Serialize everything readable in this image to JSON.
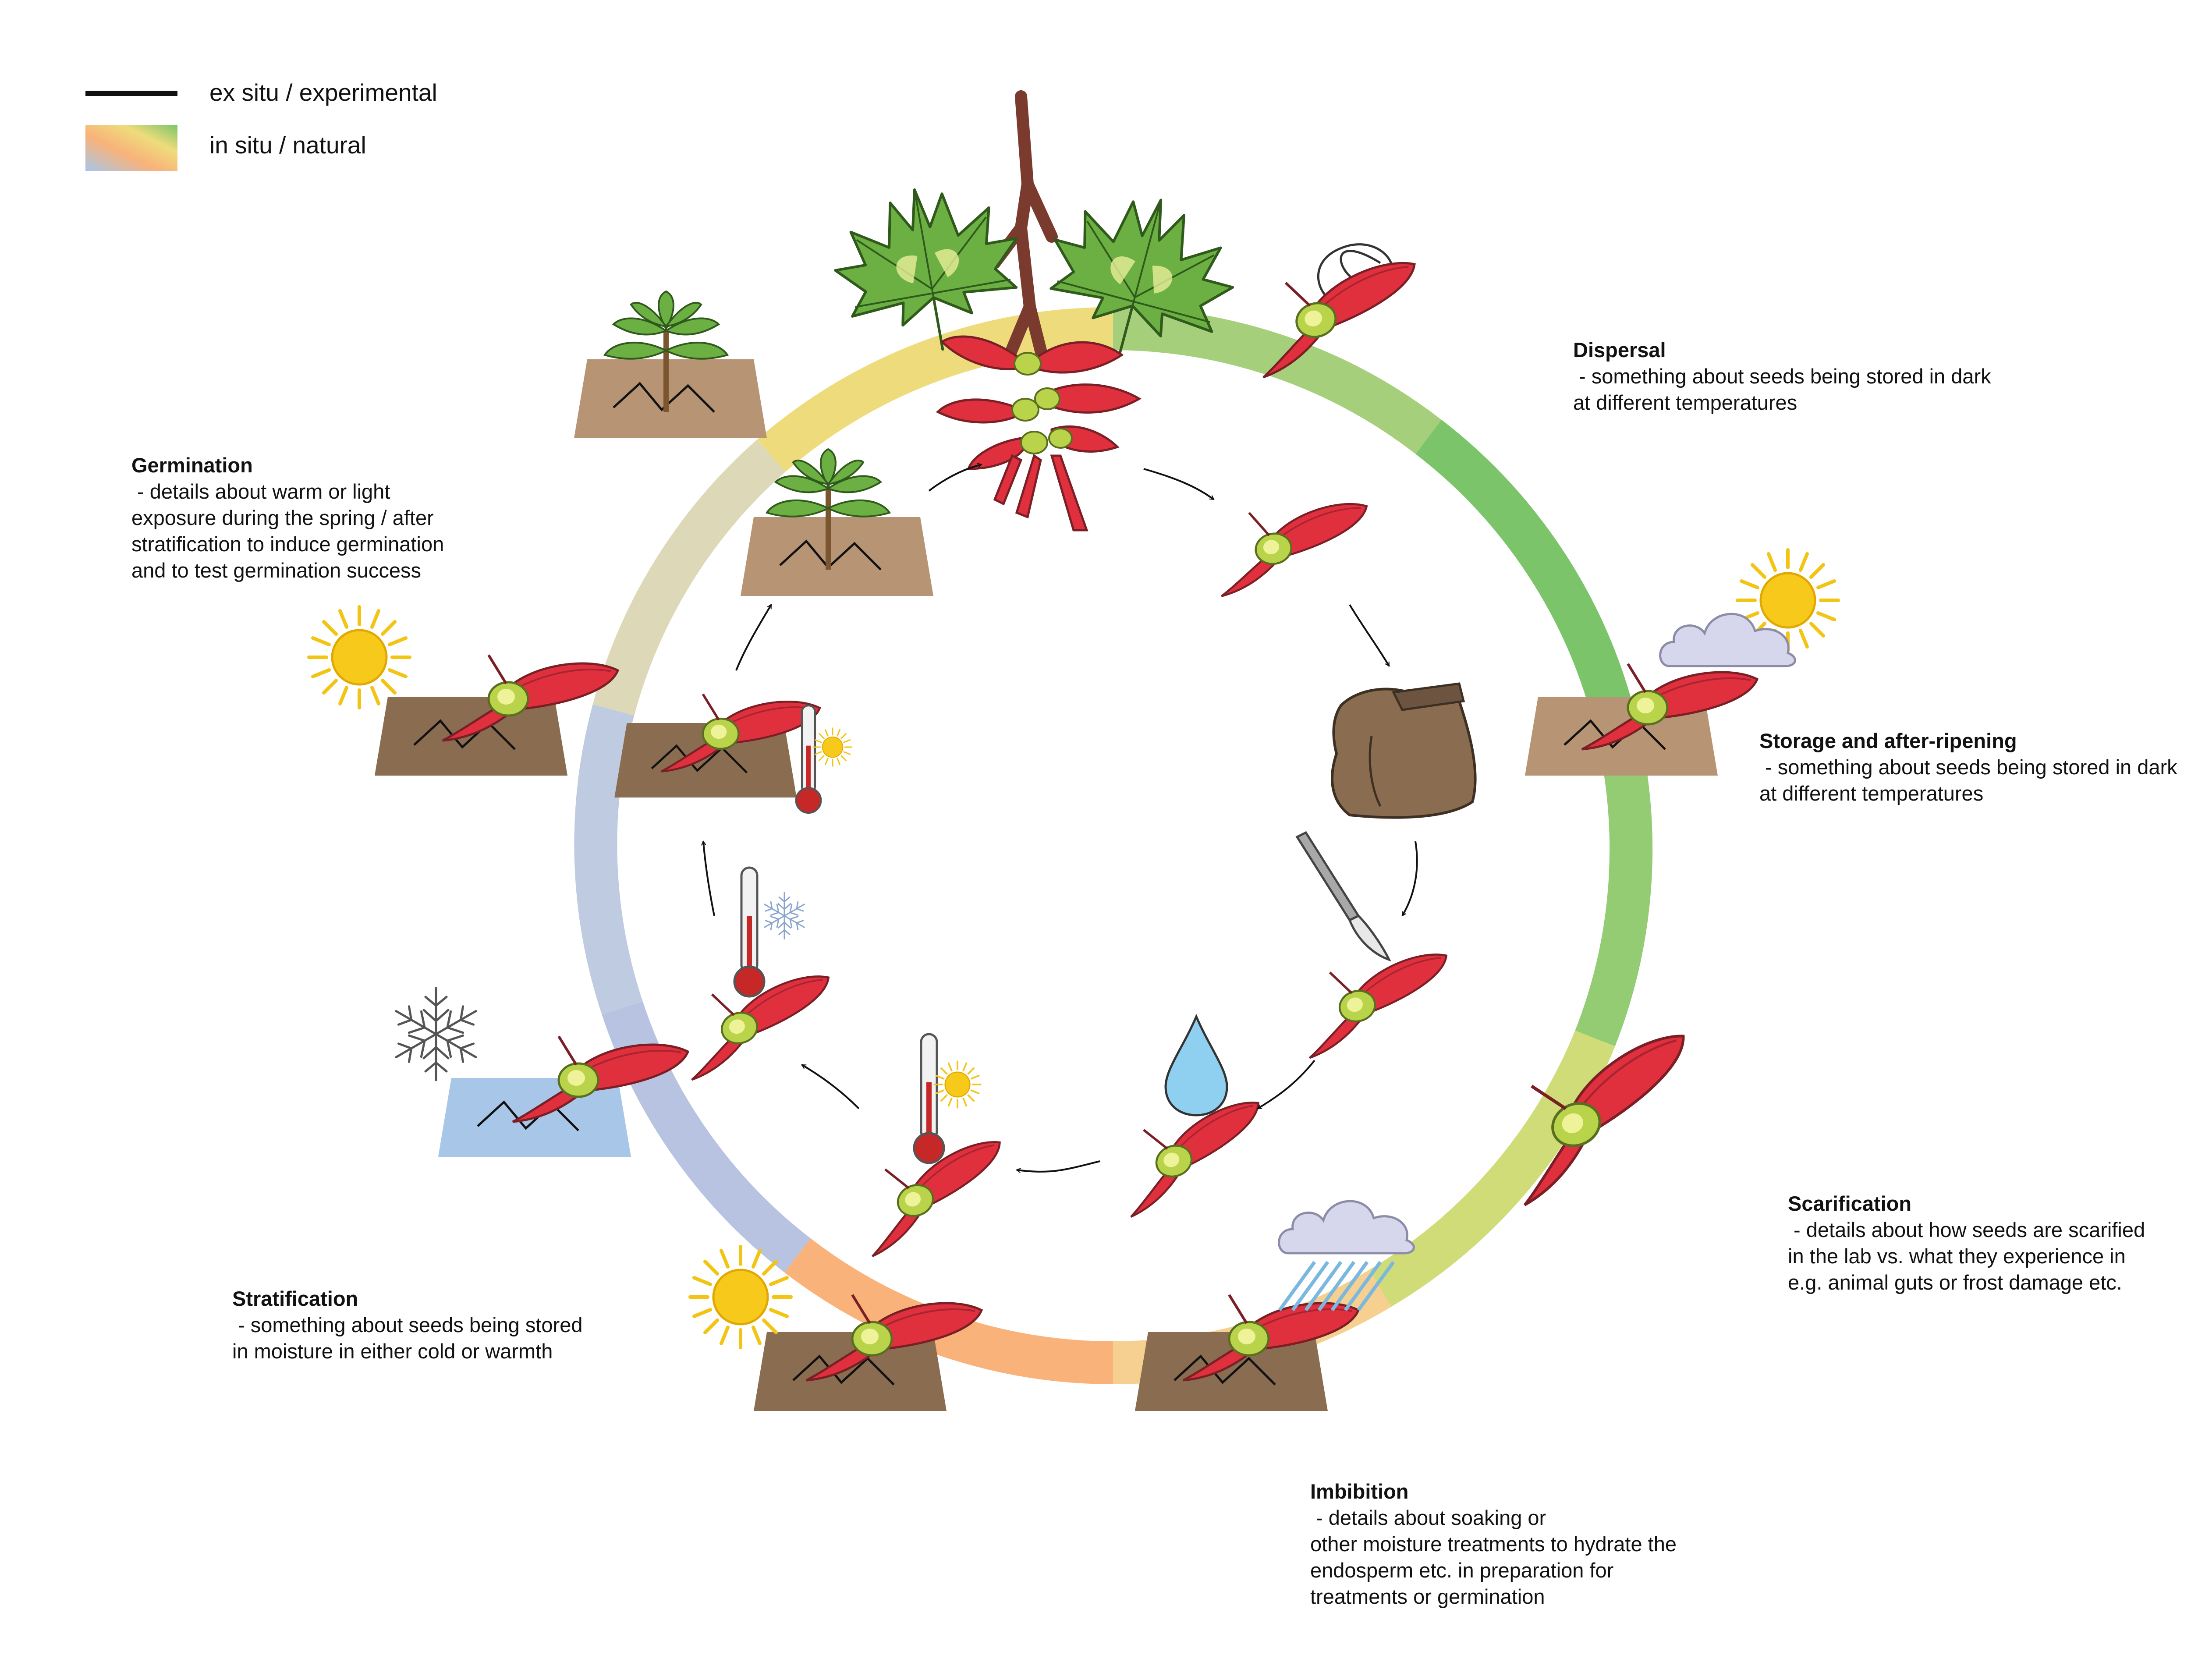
{
  "legend": {
    "experimental": "ex situ / experimental",
    "natural": "in situ / natural"
  },
  "stages": [
    {
      "id": "dispersal",
      "title": "Dispersal",
      "lines": [
        " - something about seeds being stored in dark",
        "at different temperatures"
      ]
    },
    {
      "id": "storage",
      "title": "Storage and after-ripening",
      "lines": [
        " - something about seeds being stored in dark",
        "at different temperatures"
      ]
    },
    {
      "id": "scarification",
      "title": "Scarification",
      "lines": [
        " - details about how seeds are scarified",
        "in the lab vs. what they experience in",
        "e.g. animal guts or frost damage etc."
      ]
    },
    {
      "id": "imbibition",
      "title": "Imbibition",
      "lines": [
        " - details about soaking or",
        "other moisture treatments to hydrate the",
        "endosperm etc. in preparation for",
        "treatments or germination"
      ]
    },
    {
      "id": "stratification",
      "title": "Stratification",
      "lines": [
        " - something about seeds being stored",
        "in moisture in either cold or warmth"
      ]
    },
    {
      "id": "germination",
      "title": "Germination",
      "lines": [
        " - details about warm or light",
        "exposure during the spring / after",
        "stratification to induce germination",
        "and to test germination success"
      ]
    }
  ],
  "icons": [
    "maple-branch-icon",
    "samara-icon",
    "soil-block-icon",
    "sun-icon",
    "cloud-icon",
    "rain-icon",
    "snowflake-icon",
    "thermometer-icon",
    "water-drop-icon",
    "rock-icon",
    "scalpel-icon",
    "seedling-icon",
    "curl-arrow-icon"
  ],
  "colors": {
    "ring_green": "#7cc46a",
    "ring_yellow": "#eedc7c",
    "ring_orange": "#f9b27a",
    "ring_blue": "#a8c6e8",
    "ring_gray": "#cfd2d2",
    "soil": "#b79474",
    "soil_dark": "#8a6c50",
    "samara_red": "#e0303e",
    "samara_green": "#b9d44a",
    "leaf_green": "#6cb043",
    "sun": "#f7c91a",
    "cloud": "#d6d6ec",
    "drop": "#8fd0f0"
  }
}
